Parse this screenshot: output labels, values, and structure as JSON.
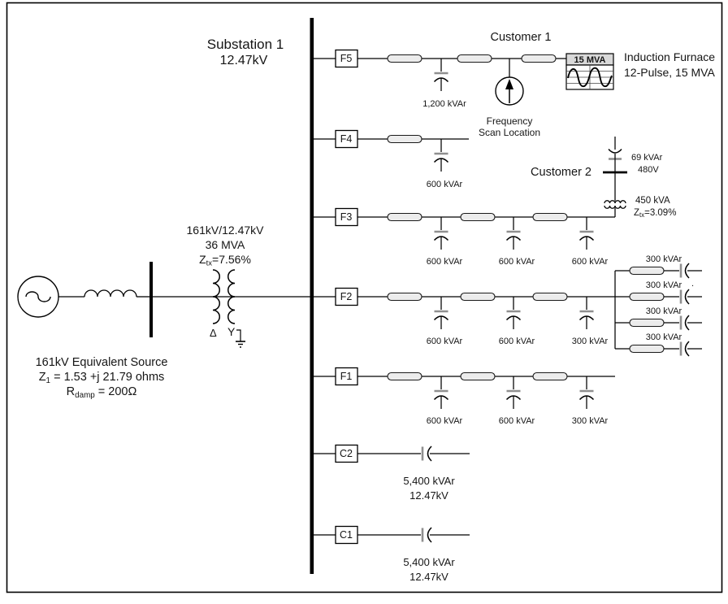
{
  "colors": {
    "furnace_header_bg": "#d9d9d9",
    "plate_gray": "#8f8f8f",
    "line_black": "#000000",
    "pill_fill": "#ececec"
  },
  "substation": {
    "name": "Substation 1",
    "voltage": "12.47kV"
  },
  "source": {
    "title": "161kV Equivalent Source",
    "z_pre": "Z",
    "z_sub": "1",
    "z_post": " = 1.53 +j 21.79 ohms",
    "rdamp_pre": "R",
    "rdamp_sub": "damp",
    "rdamp_post": " = 200Ω"
  },
  "transformer": {
    "ratio": "161kV/12.47kV",
    "mva": "36 MVA",
    "z_pre": "Z",
    "z_sub": "tx",
    "z_post": "=7.56%",
    "delta": "Δ",
    "wye": "Y"
  },
  "customer1": {
    "name": "Customer 1",
    "furnace_rating": "15 MVA",
    "furnace_line1": "Induction Furnace",
    "furnace_line2": "12-Pulse, 15 MVA",
    "scan_line1": "Frequency",
    "scan_line2": "Scan Location"
  },
  "customer2": {
    "name": "Customer 2",
    "cap": "69 kVAr",
    "lv_voltage": "480V",
    "tx_rating": "450 kVA",
    "tx_z_pre": "Z",
    "tx_z_sub": "tx",
    "tx_z_post": "=3.09%"
  },
  "feeders": {
    "f5": {
      "label": "F5",
      "caps": [
        "1,200 kVAr"
      ]
    },
    "f4": {
      "label": "F4",
      "caps": [
        "600 kVAr"
      ]
    },
    "f3": {
      "label": "F3",
      "caps": [
        "600 kVAr",
        "600 kVAr",
        "600 kVAr"
      ]
    },
    "f2": {
      "label": "F2",
      "caps": [
        "600 kVAr",
        "600 kVAr",
        "300 kVAr"
      ]
    },
    "f1": {
      "label": "F1",
      "caps": [
        "600 kVAr",
        "600 kVAr",
        "300 kVAr"
      ]
    },
    "c2": {
      "label": "C2",
      "cap": "5,400 kVAr",
      "voltage": "12.47kV"
    },
    "c1": {
      "label": "C1",
      "cap": "5,400 kVAr",
      "voltage": "12.47kV"
    }
  },
  "branch_group": {
    "labels": [
      "300 kVAr",
      "300 kVAr",
      "300 kVAr",
      "300 kVAr"
    ],
    "stray_mark": "."
  }
}
